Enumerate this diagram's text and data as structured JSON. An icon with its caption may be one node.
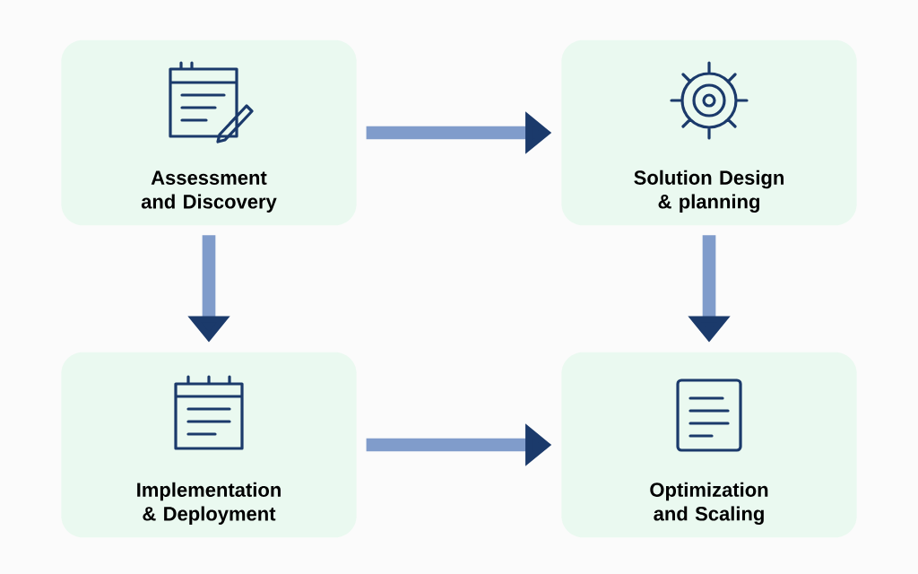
{
  "diagram": {
    "nodes": [
      {
        "text": [
          "Assessment and Discovery"
        ]
      },
      {
        "text": [
          "Solution Design & planning"
        ]
      },
      {
        "text": [
          "Implementation & Deployment"
        ]
      },
      {
        "text": [
          "Optimization and Scaling"
        ]
      }
    ],
    "edges": [
      {
        "from": 0,
        "to": 1,
        "arrow": "to"
      },
      {
        "from": 0,
        "to": 2,
        "arrow": "to"
      },
      {
        "from": 1,
        "to": 3,
        "arrow": "to"
      },
      {
        "from": 2,
        "to": 3,
        "arrow": "to"
      }
    ]
  }
}
